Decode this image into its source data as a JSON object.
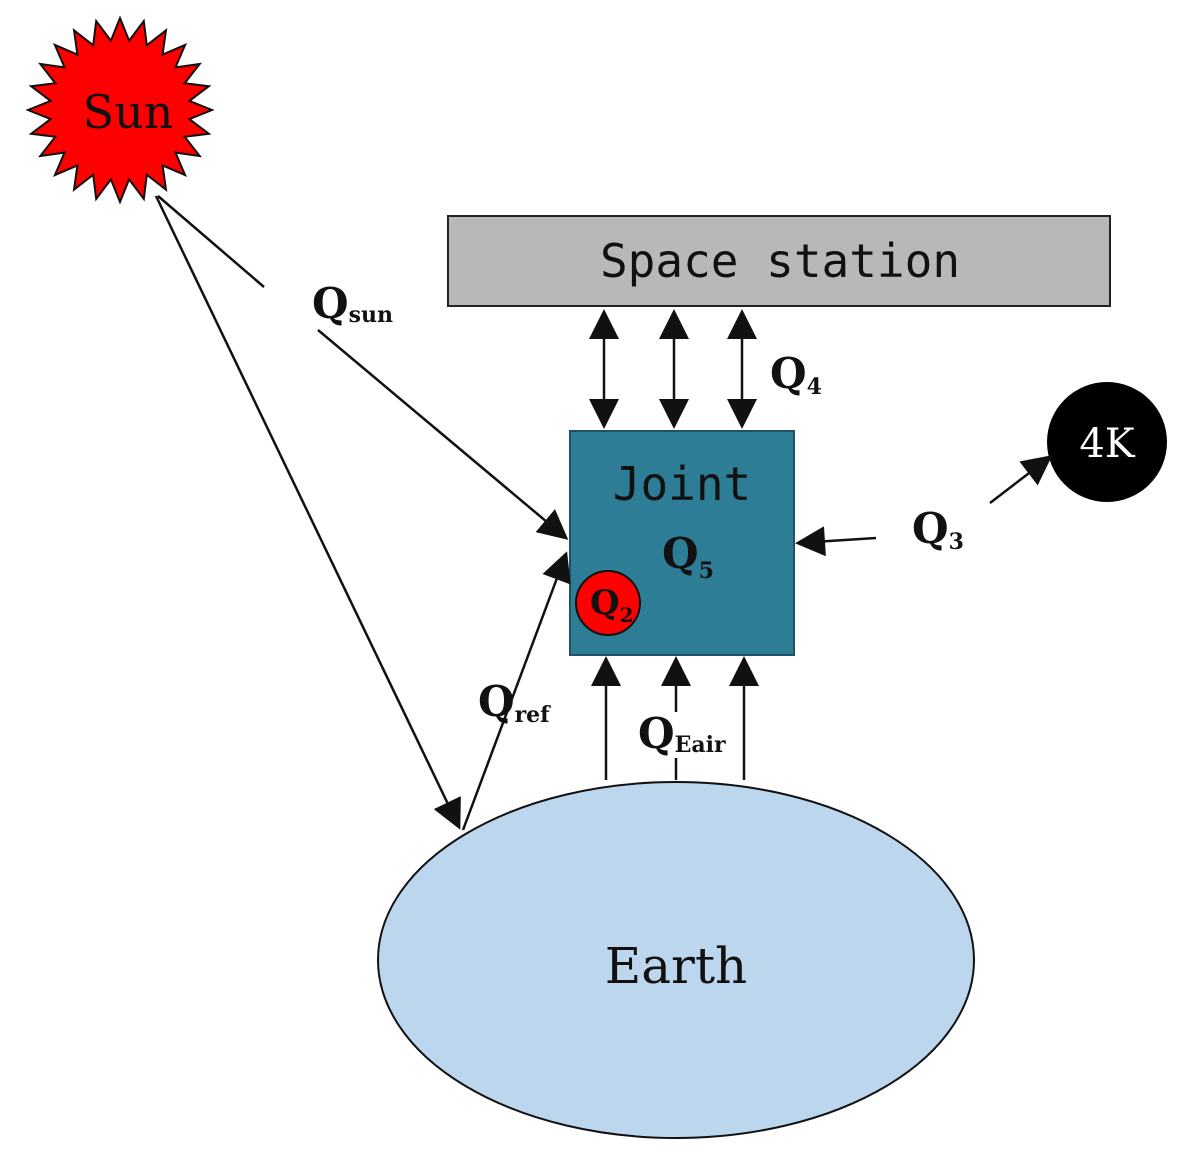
{
  "nodes": {
    "sun": {
      "label": "Sun"
    },
    "space_station": {
      "label": "Space station"
    },
    "joint": {
      "label": "Joint"
    },
    "earth": {
      "label": "Earth"
    },
    "deep_space": {
      "label": "4K"
    }
  },
  "heat_flows": {
    "q_sun": {
      "main": "Q",
      "sub": "sun"
    },
    "q_ref": {
      "main": "Q",
      "sub": "ref"
    },
    "q_eair": {
      "main": "Q",
      "sub": "Eair"
    },
    "q4": {
      "main": "Q",
      "sub": "4"
    },
    "q3": {
      "main": "Q",
      "sub": "3"
    },
    "q5": {
      "main": "Q",
      "sub": "5"
    },
    "q2": {
      "main": "Q",
      "sub": "2"
    }
  },
  "colors": {
    "sun_fill": "#ff0000",
    "station_fill": "#b8b8b8",
    "joint_fill": "#2e7d96",
    "earth_fill": "#bcd6ee",
    "deep_space_fill": "#000000",
    "q2_fill": "#ff0000"
  }
}
